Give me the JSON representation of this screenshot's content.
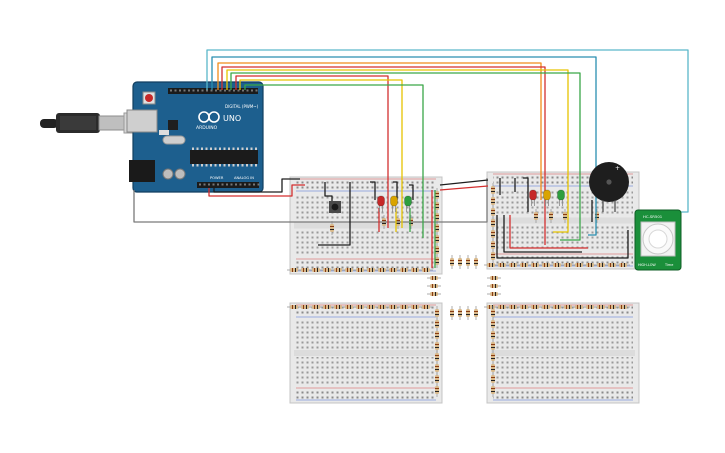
{
  "arduino": {
    "brand": "ARDUINO",
    "model": "UNO",
    "header_digital": "DIGITAL (PWM~)",
    "header_power": "POWER",
    "header_analog": "ANALOG IN",
    "board_color": "#1d5f8e",
    "reset_color": "#c62828"
  },
  "pir_sensor": {
    "label_top": "HC-SR501",
    "label_bottom_left": "HIGH-LOW",
    "label_bottom_right": "Time",
    "board_color": "#1a8f3a"
  },
  "breadboards": [
    {
      "id": "bb-top-left"
    },
    {
      "id": "bb-top-right"
    },
    {
      "id": "bb-bottom-left"
    },
    {
      "id": "bb-bottom-right"
    }
  ],
  "leds": {
    "left": [
      "#c62828",
      "#d9a400",
      "#2e9e3e"
    ],
    "right": [
      "#c62828",
      "#d9a400",
      "#2e9e3e"
    ]
  },
  "wire_colors": {
    "red": "#d32f2f",
    "yellow": "#e6c400",
    "green": "#3aa648",
    "orange": "#f08c1a",
    "teal": "#2a8fb0",
    "cyan": "#5ab7c9",
    "black": "#1e1e1e",
    "gray": "#7a7a7a"
  }
}
